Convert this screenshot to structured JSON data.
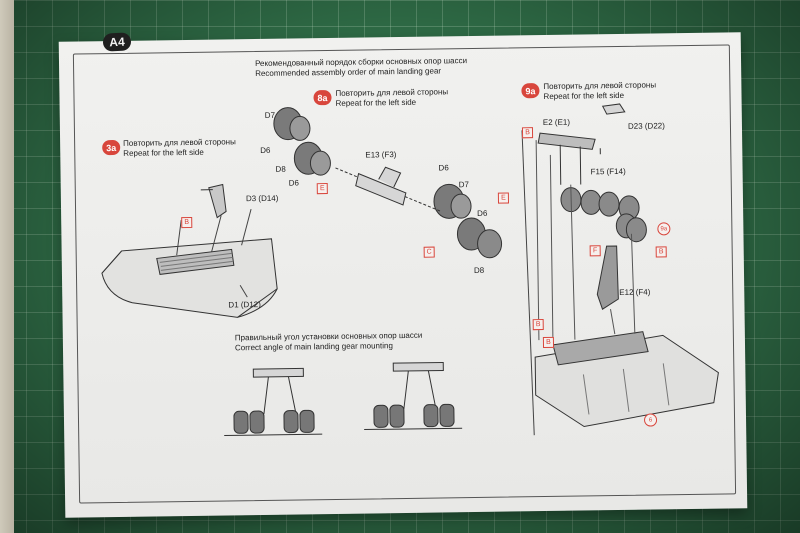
{
  "page_tag": "A4",
  "header": {
    "ru": "Рекомендованный порядок сборки основных опор шасси",
    "en": "Recommended assembly order of main landing gear"
  },
  "steps": {
    "s3a": {
      "num": "3a",
      "ru": "Повторить для левой стороны",
      "en": "Repeat for the left side"
    },
    "s8a": {
      "num": "8a",
      "ru": "Повторить для левой стороны",
      "en": "Repeat for the left side"
    },
    "s9a": {
      "num": "9a",
      "ru": "Повторить для левой стороны",
      "en": "Repeat for the left side"
    }
  },
  "parts": {
    "d7a": "D7",
    "d6a": "D6",
    "d8a": "D8",
    "d6b": "D6",
    "e13": "E13 (F3)",
    "d6c": "D6",
    "d7b": "D7",
    "d6d": "D6",
    "d8b": "D8",
    "d3": "D3 (D14)",
    "d1": "D1 (D12)",
    "e2": "E2 (E1)",
    "d23": "D23 (D22)",
    "f15": "F15 (F14)",
    "e12": "E12 (F4)"
  },
  "markers": {
    "b1": "B",
    "e1": "E",
    "e2": "E",
    "c1": "C",
    "b2": "B",
    "b3": "B",
    "f1": "F",
    "b4": "B",
    "b5": "B",
    "c9a": "9a",
    "c6": "6"
  },
  "angle_caption": {
    "ru": "Правильный угол установки основных опор шасси",
    "en": "Correct angle of main landing gear mounting"
  }
}
